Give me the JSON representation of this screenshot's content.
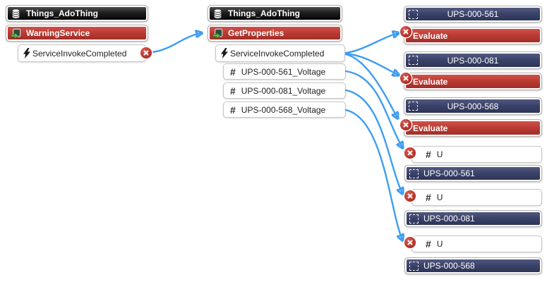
{
  "nodes": {
    "left_thing": {
      "label": "Things_AdoThing",
      "type": "thing",
      "icon": "database-icon"
    },
    "left_service": {
      "label": "WarningService",
      "type": "service",
      "icon": "service-arrow-icon"
    },
    "left_event": {
      "label": "ServiceInvokeCompleted",
      "type": "event",
      "icon": "lightning-icon",
      "badge": "error"
    },
    "mid_thing": {
      "label": "Things_AdoThing",
      "type": "thing",
      "icon": "database-icon"
    },
    "mid_service": {
      "label": "GetProperties",
      "type": "service",
      "icon": "service-arrow-icon"
    },
    "mid_event": {
      "label": "ServiceInvokeCompleted",
      "type": "event",
      "icon": "lightning-icon"
    },
    "volt1": {
      "label": "UPS-000-561_Voltage",
      "type": "property",
      "icon": "hash-icon"
    },
    "volt2": {
      "label": "UPS-000-081_Voltage",
      "type": "property",
      "icon": "hash-icon"
    },
    "volt3": {
      "label": "UPS-000-568_Voltage",
      "type": "property",
      "icon": "hash-icon"
    },
    "ups_a1": {
      "label": "UPS-000-561",
      "type": "entity",
      "icon": "dashed-square-icon"
    },
    "eval1": {
      "label": "Evaluate",
      "type": "service",
      "badge": "error"
    },
    "ups_a2": {
      "label": "UPS-000-081",
      "type": "entity",
      "icon": "dashed-square-icon"
    },
    "eval2": {
      "label": "Evaluate",
      "type": "service",
      "badge": "error"
    },
    "ups_a3": {
      "label": "UPS-000-568",
      "type": "entity",
      "icon": "dashed-square-icon"
    },
    "eval3": {
      "label": "Evaluate",
      "type": "service",
      "badge": "error"
    },
    "u1": {
      "label": "U",
      "type": "property",
      "icon": "hash-icon",
      "badge": "error"
    },
    "ups_b1": {
      "label": "UPS-000-561",
      "type": "entity",
      "icon": "dashed-square-icon"
    },
    "u2": {
      "label": "U",
      "type": "property",
      "icon": "hash-icon",
      "badge": "error"
    },
    "ups_b2": {
      "label": "UPS-000-081",
      "type": "entity",
      "icon": "dashed-square-icon"
    },
    "u3": {
      "label": "U",
      "type": "property",
      "icon": "hash-icon",
      "badge": "error"
    },
    "ups_b3": {
      "label": "UPS-000-568",
      "type": "entity",
      "icon": "dashed-square-icon"
    }
  },
  "connections": [
    {
      "from": "left_event",
      "to": "mid_service"
    },
    {
      "from": "mid_event",
      "to": "eval1"
    },
    {
      "from": "mid_event",
      "to": "eval2"
    },
    {
      "from": "mid_event",
      "to": "eval3"
    },
    {
      "from": "volt1",
      "to": "u1"
    },
    {
      "from": "volt2",
      "to": "u2"
    },
    {
      "from": "volt3",
      "to": "u3"
    }
  ],
  "icons": {
    "hash_glyph": "#",
    "thing": "database-icon",
    "service": "service-arrow-icon",
    "event": "lightning-icon",
    "property": "hash-icon",
    "entity": "dashed-square-icon",
    "error": "remove-x-badge"
  },
  "colors": {
    "connector_blue": "#3d9df3",
    "thing_black": "#141414",
    "service_red": "#b93a32",
    "entity_navy": "#333a5e",
    "error_badge_red": "#b5322a"
  }
}
